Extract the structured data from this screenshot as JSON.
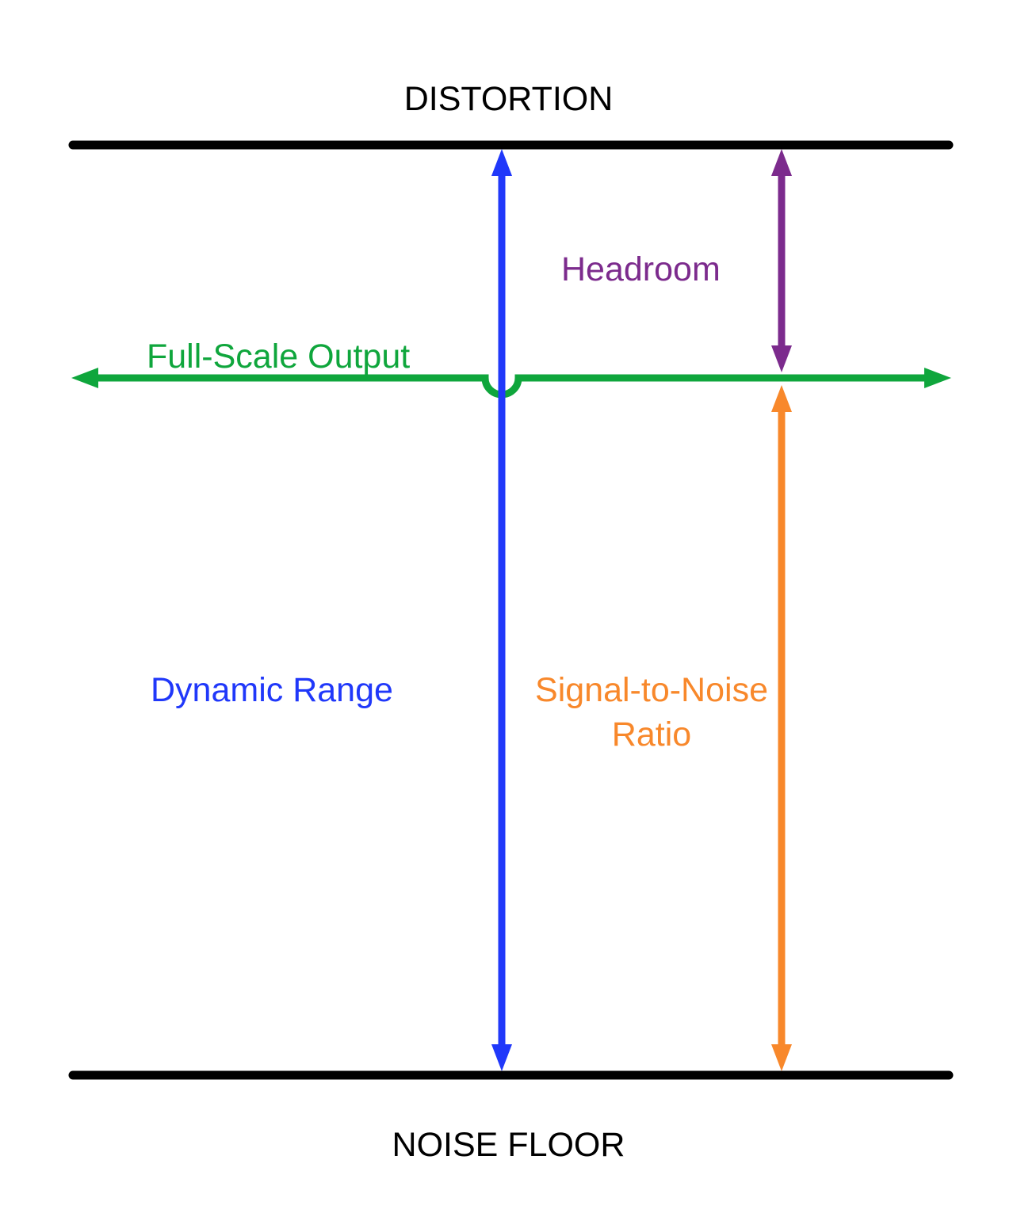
{
  "diagram": {
    "top_boundary": {
      "label": "DISTORTION"
    },
    "bottom_boundary": {
      "label": "NOISE FLOOR"
    },
    "full_scale": {
      "label": "Full-Scale Output"
    },
    "headroom": {
      "label": "Headroom"
    },
    "dynamic_range": {
      "label": "Dynamic Range"
    },
    "snr": {
      "label_line1": "Signal-to-Noise",
      "label_line2": "Ratio"
    },
    "colors": {
      "boundary": "#000000",
      "full_scale": "#0fa63c",
      "headroom": "#7c2b8d",
      "dynamic_range": "#2038fa",
      "snr": "#f8882b",
      "title_text": "#000000"
    }
  }
}
